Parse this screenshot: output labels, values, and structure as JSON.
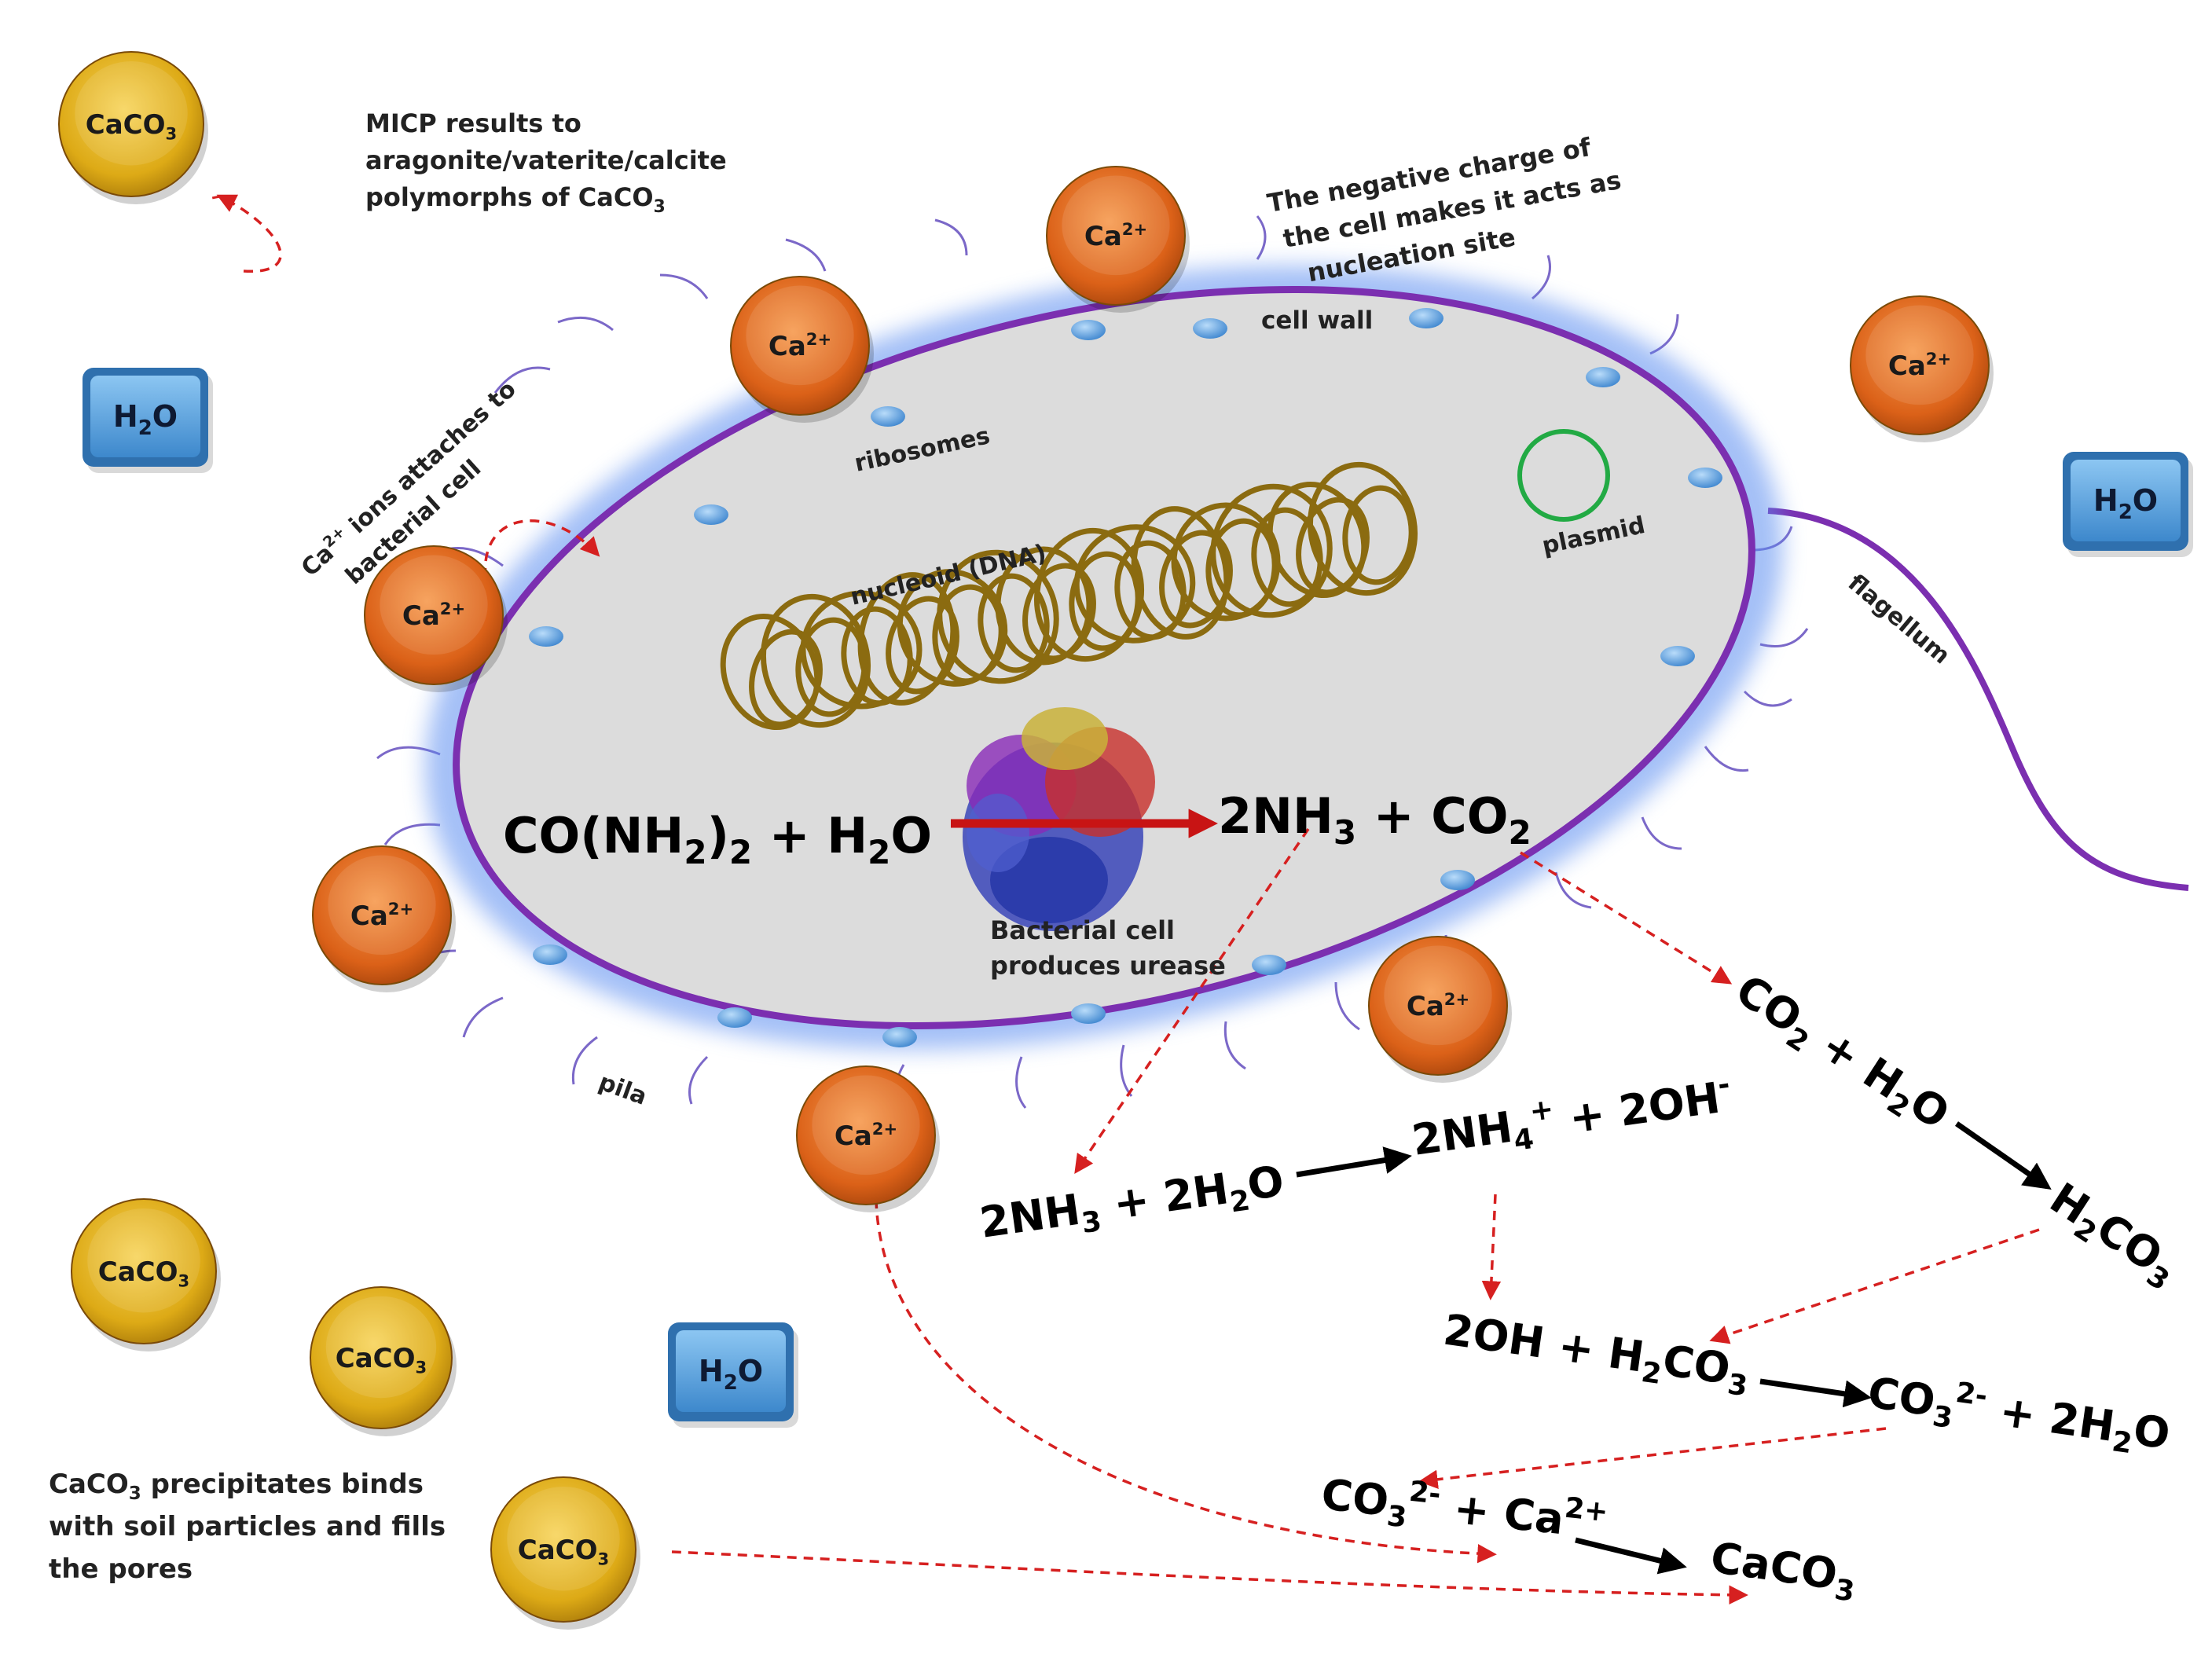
{
  "particles": {
    "caco3": "CaCO",
    "caco3_sub": "3",
    "ca": "Ca",
    "ca_sup": "2+",
    "h2o_h": "H",
    "h2o_sub": "2",
    "h2o_o": "O"
  },
  "labels": {
    "micp_line1": "MICP results to",
    "micp_line2": "aragonite/vaterite/calcite",
    "micp_line3": "polymorphs of CaCO",
    "micp_line3_sub": "3",
    "neg_line1": "The negative charge of",
    "neg_line2": "the cell makes it acts as",
    "neg_line3": "nucleation site",
    "cell_wall": "cell wall",
    "ribosomes": "ribosomes",
    "nucleoid": "nucleoid (DNA)",
    "plasmid": "plasmid",
    "flagellum": "flagellum",
    "ca_attach_ca": "Ca",
    "ca_attach_sup": "2+",
    "ca_attach_rest": " ions attaches to",
    "ca_attach_line2": "bacterial cell",
    "urease_line1": "Bacterial cell",
    "urease_line2": "produces urease",
    "pila": "pila",
    "precip_pre": "CaCO",
    "precip_sub": "3",
    "precip_line1_rest": " precipitates binds",
    "precip_line2": "with soil particles and fills",
    "precip_line3": "the pores"
  },
  "equations": {
    "urea_left": "CO(NH",
    "urea_left_sub": "2",
    "urea_left_close": ")",
    "urea_left_sub2": "2",
    "urea_plus": " +  H",
    "urea_h2o_sub": "2",
    "urea_h2o_o": "O",
    "urea_right_a": "2NH",
    "urea_right_sub": "3",
    "urea_right_b": " + CO",
    "urea_right_sub2": "2",
    "co2_a": "CO",
    "co2_sub": "2",
    "co2_b": " + H",
    "co2_sub2": "2",
    "co2_c": "O",
    "h2co3_a": "H",
    "h2co3_sub": "2",
    "h2co3_b": "CO",
    "h2co3_sub2": "3",
    "nh3_a": "2NH",
    "nh3_sub": "3",
    "nh3_b": " + 2H",
    "nh3_sub2": "2",
    "nh3_c": "O",
    "nh4_a": "2NH",
    "nh4_sub": "4",
    "nh4_sup": "+",
    "nh4_b": " + 2OH",
    "nh4_sup2": "-",
    "oh_a": "2OH + H",
    "oh_sub": "2",
    "oh_b": "CO",
    "oh_sub2": "3",
    "co3_a": "CO",
    "co3_sub": "3",
    "co3_sup": "2-",
    "co3_b": " + 2H",
    "co3_sub2": "2",
    "co3_c": "O",
    "final_a": "CO",
    "final_sub": "3",
    "final_sup": "2-",
    "final_b": " + Ca",
    "final_sup2": "2+",
    "final_prod_a": "CaCO",
    "final_prod_sub": "3"
  },
  "colors": {
    "caco3": "#E2B41E",
    "calcium": "#E0671E",
    "water": "#5BA4DE",
    "cell_fill": "#DCDCDC",
    "cell_wall": "#7B2FB0",
    "dna": "#8B6B10",
    "plasmid": "#22AA44",
    "arrow_red": "#D62020"
  }
}
